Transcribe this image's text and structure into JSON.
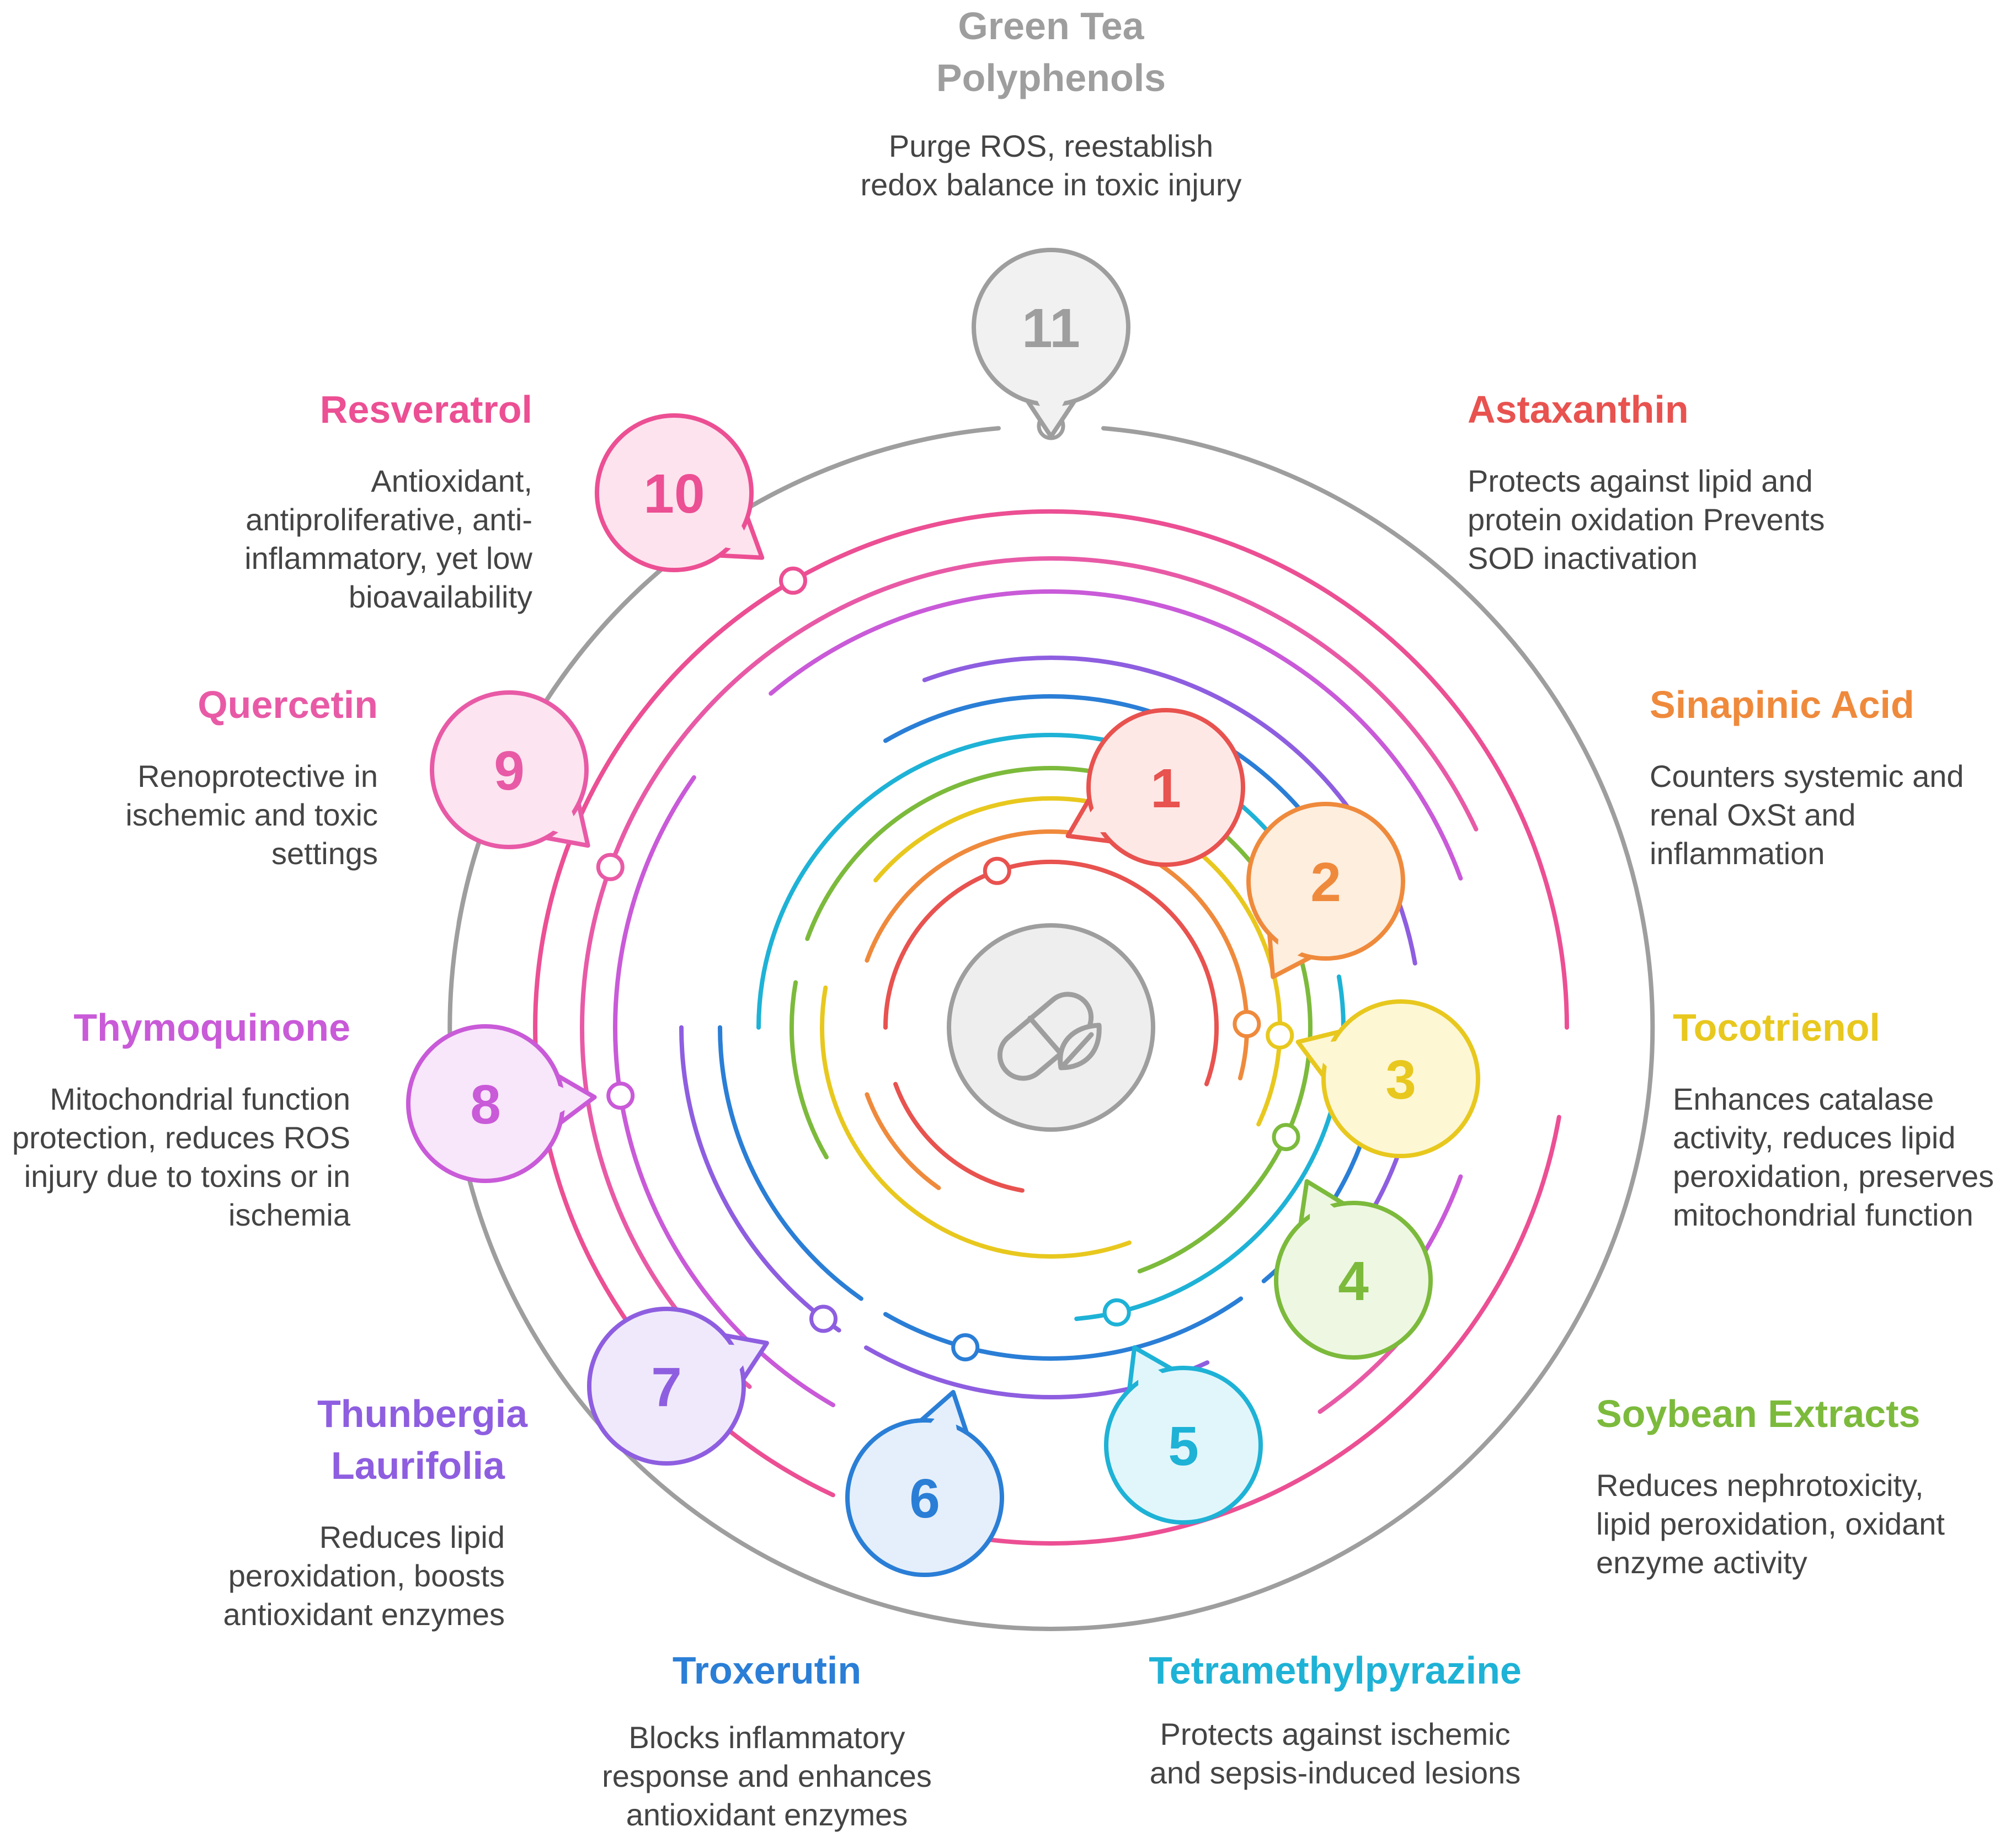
{
  "center_icon": "capsule-leaf-icon",
  "items": [
    {
      "num": "1",
      "title": "Astaxanthin",
      "description": "Protects against lipid and protein oxidation Prevents SOD inactivation",
      "color": "#e8524f",
      "fill": "#fde8e6"
    },
    {
      "num": "2",
      "title": "Sinapinic Acid",
      "description": "Counters systemic and renal OxSt and inflammation",
      "color": "#ef8a3c",
      "fill": "#fdeede"
    },
    {
      "num": "3",
      "title": "Tocotrienol",
      "description": "Enhances catalase activity, reduces lipid peroxidation, preserves mitochondrial function",
      "color": "#e8c81e",
      "fill": "#fdf7d4"
    },
    {
      "num": "4",
      "title": "Soybean Extracts",
      "description": "Reduces nephrotoxicity, lipid peroxidation, oxidant enzyme activity",
      "color": "#7cba3c",
      "fill": "#eef7e2"
    },
    {
      "num": "5",
      "title": "Tetramethylpyrazine",
      "description": "Protects against ischemic and sepsis-induced lesions",
      "color": "#1eb2d6",
      "fill": "#e1f6fb"
    },
    {
      "num": "6",
      "title": "Troxerutin",
      "description": "Blocks inflammatory response and enhances antioxidant enzymes",
      "color": "#2a7ed6",
      "fill": "#e4effb"
    },
    {
      "num": "7",
      "title": "Thunbergia Laurifolia",
      "description": "Reduces lipid peroxidation, boosts antioxidant enzymes",
      "color": "#8e5ee0",
      "fill": "#f0e9fb"
    },
    {
      "num": "8",
      "title": "Thymoquinone",
      "description": "Mitochondrial function protection, reduces ROS injury due to toxins or in ischemia",
      "color": "#c95ad8",
      "fill": "#f8e6fa"
    },
    {
      "num": "9",
      "title": "Quercetin",
      "description": "Renoprotective in ischemic and toxic settings",
      "color": "#e85aa6",
      "fill": "#fce4f0"
    },
    {
      "num": "10",
      "title": "Resveratrol",
      "description": "Antioxidant, antiproliferative, anti-inflammatory, yet low bioavailability",
      "color": "#ec4f93",
      "fill": "#fde3ee"
    },
    {
      "num": "11",
      "title": "Green Tea Polyphenols",
      "description": "Purge ROS, reestablish redox balance in toxic injury",
      "color": "#9e9e9e",
      "fill": "#f1f1f1"
    }
  ]
}
